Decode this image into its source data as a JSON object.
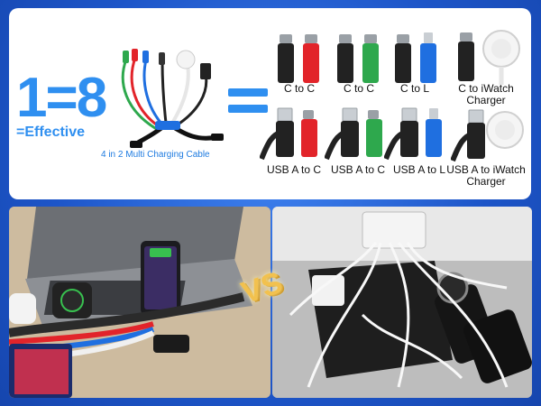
{
  "headline": {
    "equation": "1=8",
    "tagline": "=Effective"
  },
  "product": {
    "caption": "4 in 2 Multi Charging Cable"
  },
  "connectors": {
    "top": [
      {
        "label": "C to C"
      },
      {
        "label": "C to C"
      },
      {
        "label": "C to L"
      },
      {
        "label": "C to iWatch Charger"
      }
    ],
    "bottom": [
      {
        "label": "USB A to C"
      },
      {
        "label": "USB A to C"
      },
      {
        "label": "USB A to L"
      },
      {
        "label": "USB A to iWatch Charger"
      }
    ]
  },
  "compare": {
    "vs_text": "VS"
  },
  "colors": {
    "accent_blue": "#2f8ff0",
    "red": "#e2242a",
    "green": "#2ea84d",
    "blue": "#1f6fe0",
    "dark_bg": "#1f5fd6"
  }
}
